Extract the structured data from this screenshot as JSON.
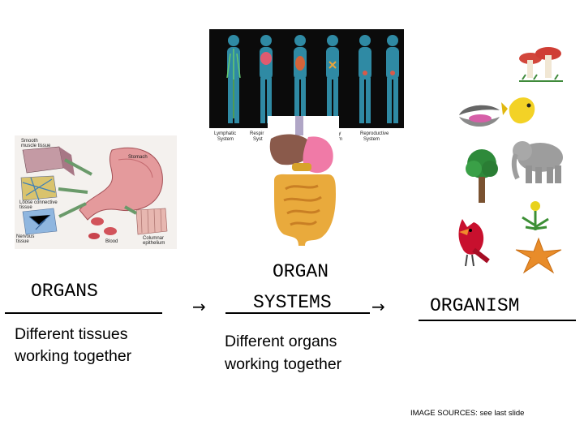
{
  "col1": {
    "heading": "ORGANS",
    "description_line1": "Different tissues",
    "description_line2": "working together",
    "image_labels": {
      "smooth": "Smooth",
      "muscle": "muscle tissue",
      "stomach": "Stomach",
      "loose": "Loose connective",
      "tissue": "tissue",
      "nervous": "Nervous",
      "ntissue": "tissue",
      "blood": "Blood",
      "columnar": "Columnar",
      "epithelium": "epithelium"
    }
  },
  "col2": {
    "heading_line1": "ORGAN",
    "heading_line2": "SYSTEMS",
    "description_line1": "Different organs",
    "description_line2": "working together",
    "image_labels": {
      "lymphatic": "Lymphatic",
      "system1": "System",
      "respiratory": "Respir",
      "system2": "Syst",
      "ary": "ary",
      "system3": "tem",
      "reproductive": "Reproductive",
      "system4": "System"
    }
  },
  "col3": {
    "heading": "ORGANISM"
  },
  "arrows": {
    "arrow1": "→",
    "arrow2": "→"
  },
  "footer": {
    "source_text": "IMAGE SOURCES: see last slide"
  }
}
